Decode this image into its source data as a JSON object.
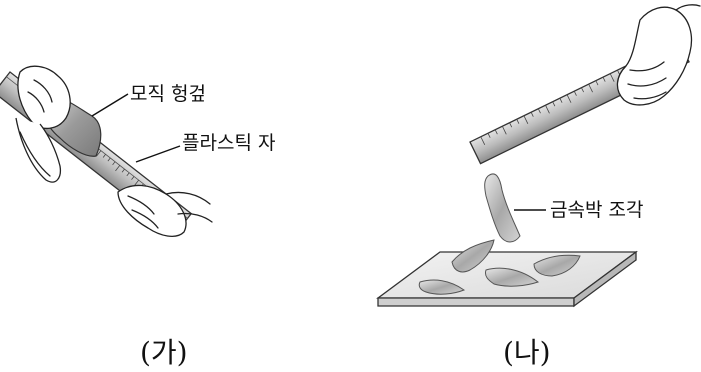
{
  "panel_a": {
    "labels": {
      "cloth": "모직 헝겊",
      "ruler": "플라스틱 자"
    },
    "caption": "(가)"
  },
  "panel_b": {
    "labels": {
      "foil": "금속박 조각"
    },
    "caption": "(나)"
  }
}
